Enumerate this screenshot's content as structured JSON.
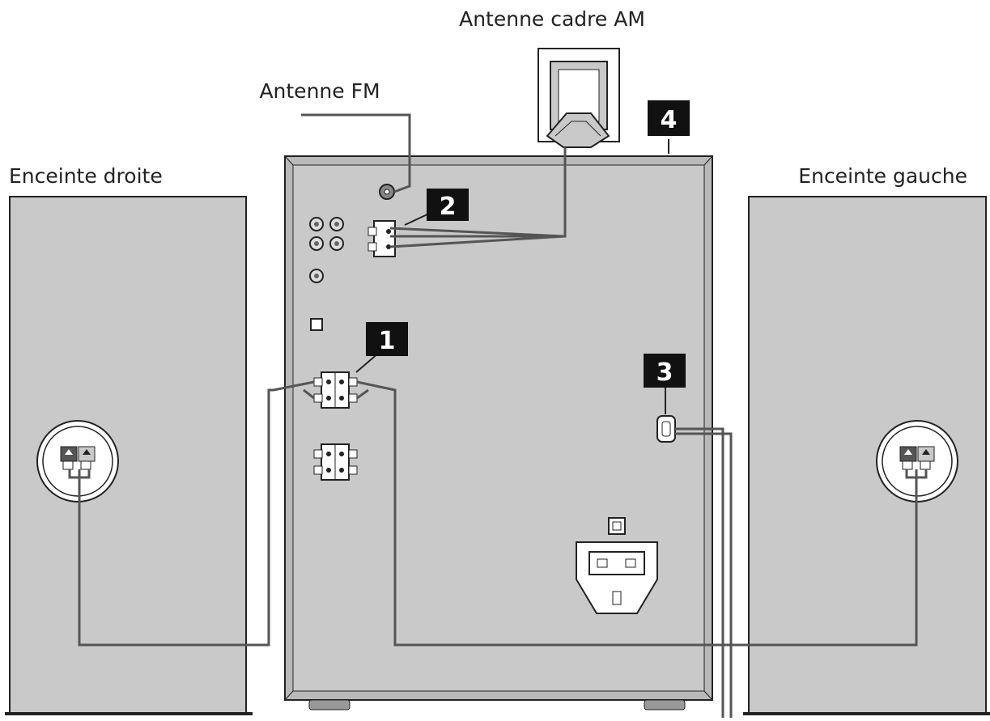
{
  "labels": {
    "am_antenna": "Antenne cadre AM",
    "fm_antenna": "Antenne FM",
    "right_speaker": "Enceinte droite",
    "left_speaker": "Enceinte gauche"
  },
  "callouts": {
    "speaker_terminals": "1",
    "antenna_terminals": "2",
    "power_cord": "3",
    "unit_top": "4"
  },
  "colors": {
    "panel": "#c9c9c9",
    "panel_edge": "#b3b3b3",
    "line": "#222222",
    "wire": "#555555",
    "callout_bg": "#111111",
    "white": "#ffffff"
  }
}
